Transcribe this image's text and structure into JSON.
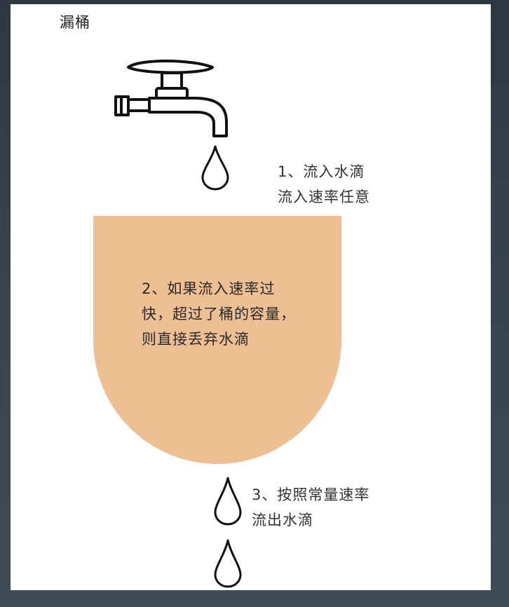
{
  "title": "漏桶",
  "steps": [
    {
      "lines": [
        "1、流入水滴",
        "流入速率任意"
      ]
    },
    {
      "lines": [
        "2、如果流入速率过",
        "快，超过了桶的容量，",
        "则直接丢弃水滴"
      ]
    },
    {
      "lines": [
        "3、按照常量速率",
        "流出水滴"
      ]
    }
  ],
  "icons": {
    "faucet": "faucet-icon",
    "drop": "water-drop-icon"
  },
  "colors": {
    "bucket": "#efbf94",
    "background": "#3a4450",
    "canvas": "#ffffff"
  }
}
